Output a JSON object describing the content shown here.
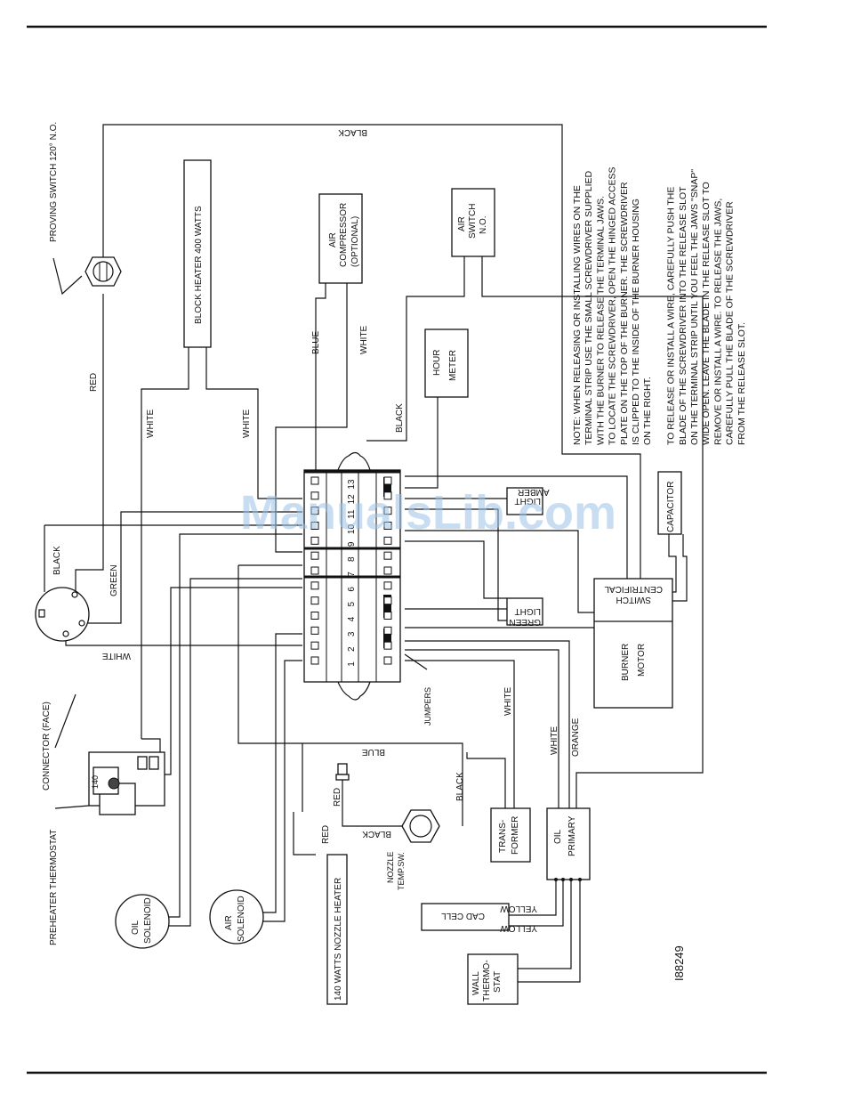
{
  "labels": {
    "proving_switch": "PROVING SWITCH 120° N.O.",
    "block_heater": "BLOCK HEATER 400 WATTS",
    "air_compressor_1": "AIR",
    "air_compressor_2": "COMPRESSOR",
    "air_compressor_3": "(OPTIONAL)",
    "air_switch_1": "AIR",
    "air_switch_2": "SWITCH",
    "air_switch_3": "N.O.",
    "hour_meter_1": "HOUR",
    "hour_meter_2": "METER",
    "amber_light_1": "AMBER",
    "amber_light_2": "LIGHT",
    "green_light_1": "GREEN",
    "green_light_2": "LIGHT",
    "capacitor": "CAPACITOR",
    "centrifical_switch_1": "CENTRIFICAL",
    "centrifical_switch_2": "SWITCH",
    "burner_motor_1": "BURNER",
    "burner_motor_2": "MOTOR",
    "connector": "CONNECTOR (FACE)",
    "preheater_thermostat": "PREHEATER THERMOSTAT",
    "thermostat_value": "140",
    "oil_solenoid_1": "OIL",
    "oil_solenoid_2": "SOLENOID",
    "air_solenoid_1": "AIR",
    "air_solenoid_2": "SOLENOID",
    "nozzle_heater": "140 WATTS NOZZLE HEATER",
    "nozzle_temp_1": "NOZZLE",
    "nozzle_temp_2": "TEMP.SW.",
    "jumpers": "JUMPERS",
    "transformer_1": "TRANS-",
    "transformer_2": "FORMER",
    "oil_primary_1": "OIL",
    "oil_primary_2": "PRIMARY",
    "cad_cell": "CAD CELL",
    "wall_thermostat_1": "WALL",
    "wall_thermostat_2": "THERMO-",
    "wall_thermostat_3": "STAT",
    "figure_id": "I88249",
    "watermark": "ManualsLib.com"
  },
  "wire_labels": {
    "black": "BLACK",
    "red": "RED",
    "white": "WHITE",
    "green": "GREEN",
    "blue": "BLUE",
    "yellow": "YELLOW",
    "orange": "ORANGE"
  },
  "terminal_numbers": [
    "1",
    "2",
    "3",
    "4",
    "5",
    "6",
    "7",
    "8",
    "9",
    "10",
    "11",
    "12",
    "13"
  ],
  "note_lines": [
    "NOTE:  WHEN RELEASING OR INSTALLING WIRES ON THE",
    "TERMINAL STRIP USE THE SMALL SCREWDRIVER SUPPLIED",
    "WITH THE BURNER TO RELEASE THE TERMINAL JAWS.",
    "TO LOCATE THE SCREWDRIVER, OPEN THE HINGED ACCESS",
    "PLATE ON THE TOP OF THE BURNER. THE SCREWDRIVER",
    "IS CLIPPED TO THE INSIDE OF THE BURNER  HOUSING",
    "ON THE RIGHT.",
    "",
    "TO RELEASE OR INSTALL A WIRE, CAREFULLY PUSH THE",
    "BLADE OF THE SCREWDRIVER INTO THE RELEASE SLOT",
    "ON THE TERMINAL STRIP UNTIL YOU FEEL THE JAWS \"SNAP\"",
    "WIDE OPEN. LEAVE THE BLADE IN THE RELEASE SLOT TO",
    "REMOVE OR INSTALL A WIRE. TO RELEASE THE JAWS,",
    "CAREFULLY PULL  THE BLADE OF THE SCREWDRIVER",
    "FROM THE RELEASE SLOT."
  ]
}
